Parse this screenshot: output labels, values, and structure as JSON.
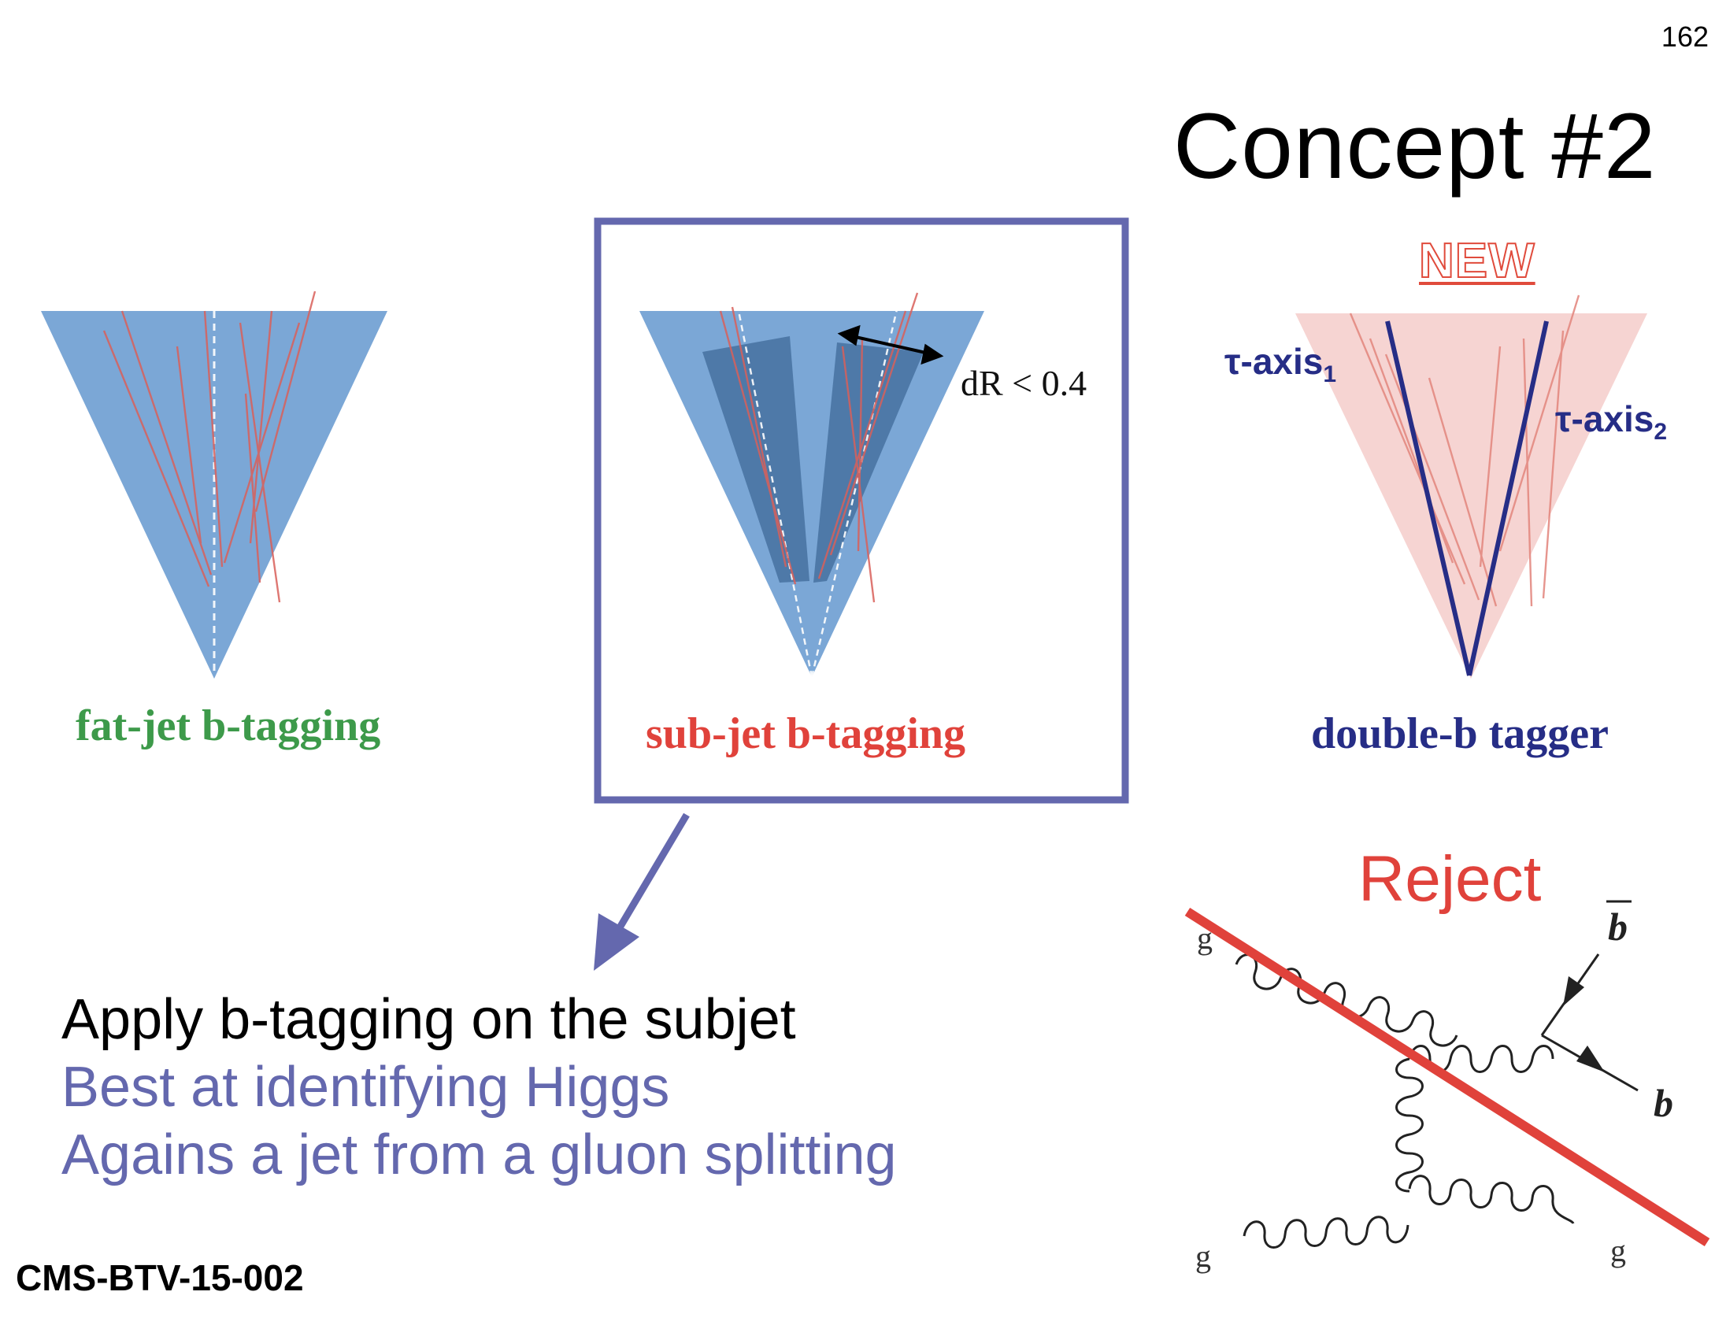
{
  "page_number": "162",
  "title": "Concept #2",
  "panels": {
    "fat_jet": {
      "label": "fat-jet b-tagging"
    },
    "sub_jet": {
      "label": "sub-jet b-tagging",
      "annotation": "dR < 0.4"
    },
    "double_b": {
      "label": "double-b tagger",
      "badge": "NEW",
      "tau_axis_1": "τ-axis",
      "tau_axis_1_sub": "1",
      "tau_axis_2": "τ-axis",
      "tau_axis_2_sub": "2"
    }
  },
  "feynman": {
    "reject_label": "Reject",
    "labels": {
      "g_top": "g",
      "g_bottom_left": "g",
      "g_bottom_right": "g",
      "b": "b",
      "bbar": "b"
    }
  },
  "bullets": {
    "line1": "Apply b-tagging on the subjet",
    "line2": "Best at identifying Higgs",
    "line3": "Agains a jet from a gluon splitting"
  },
  "reference": "CMS-BTV-15-002",
  "colors": {
    "cone_blue": "#7ba7d6",
    "subjet_dark": "#3f6a98",
    "track_red": "#d9605a",
    "frame_purple": "#6468ae",
    "pink_cone": "#f6d4d2",
    "axis_navy": "#262d86",
    "reject_red": "#e0423b"
  }
}
